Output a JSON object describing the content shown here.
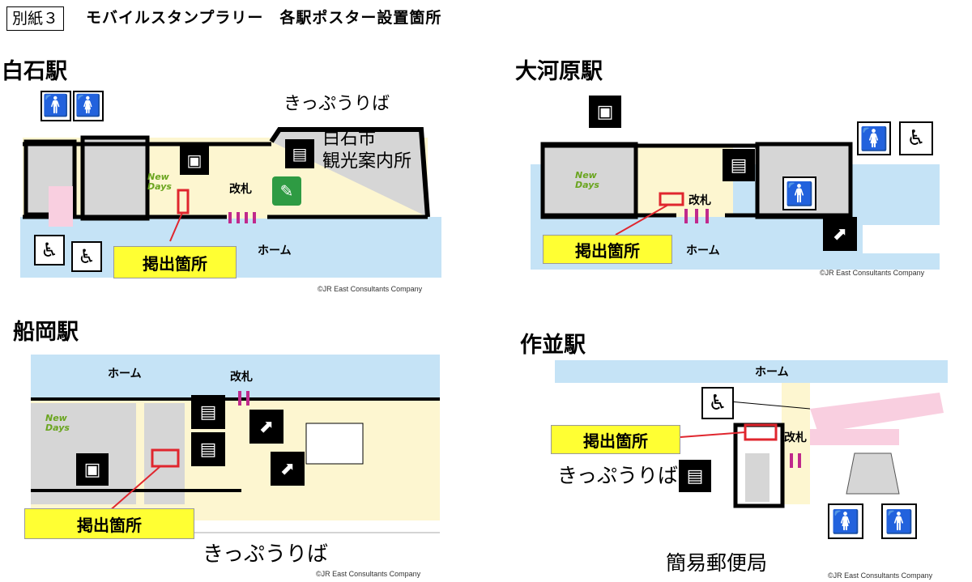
{
  "header": {
    "doc_tag": "別紙３",
    "title": "モバイルスタンプラリー　各駅ポスター設置箇所"
  },
  "stations": [
    {
      "name": "白石駅",
      "labels": {
        "ticket": "きっぷうりば",
        "tourist_line1": "白石市",
        "tourist_line2": "観光案内所",
        "gate": "改札",
        "platform": "ホーム",
        "poster": "掲出箇所",
        "shop_line1": "New",
        "shop_line2": "Days"
      },
      "copyright": "©JR East Consultants Company"
    },
    {
      "name": "大河原駅",
      "labels": {
        "gate": "改札",
        "platform": "ホーム",
        "poster": "掲出箇所",
        "shop_line1": "New",
        "shop_line2": "Days"
      },
      "copyright": "©JR East Consultants Company"
    },
    {
      "name": "船岡駅",
      "labels": {
        "platform": "ホーム",
        "gate": "改札",
        "poster": "掲出箇所",
        "ticket": "きっぷうりば",
        "shop_line1": "New",
        "shop_line2": "Days"
      },
      "copyright": "©JR East Consultants Company"
    },
    {
      "name": "作並駅",
      "labels": {
        "platform": "ホーム",
        "gate": "改札",
        "poster": "掲出箇所",
        "ticket": "きっぷうりば",
        "post_office": "簡易郵便局"
      },
      "copyright": "©JR East Consultants Company"
    }
  ],
  "icons": {
    "restroom_male": "male-restroom-icon",
    "restroom_female": "female-restroom-icon",
    "accessible": "wheelchair-icon",
    "ticket_machine": "ticket-machine-icon",
    "locker": "coin-locker-icon",
    "escalator": "escalator-icon",
    "stairs": "stairs-icon",
    "tourist_info": "tourist-info-icon"
  },
  "colors": {
    "platform": "#c5e3f6",
    "concourse": "#fdf6d0",
    "building": "#d6d6d6",
    "accessible_route": "#f9cfe0",
    "poster_marker": "#e0262e",
    "poster_label": "#ffff33",
    "gate": "#c0298c",
    "male": "#1f5fa8",
    "female": "#d61a2a",
    "tourist_info": "#2e9b43"
  }
}
